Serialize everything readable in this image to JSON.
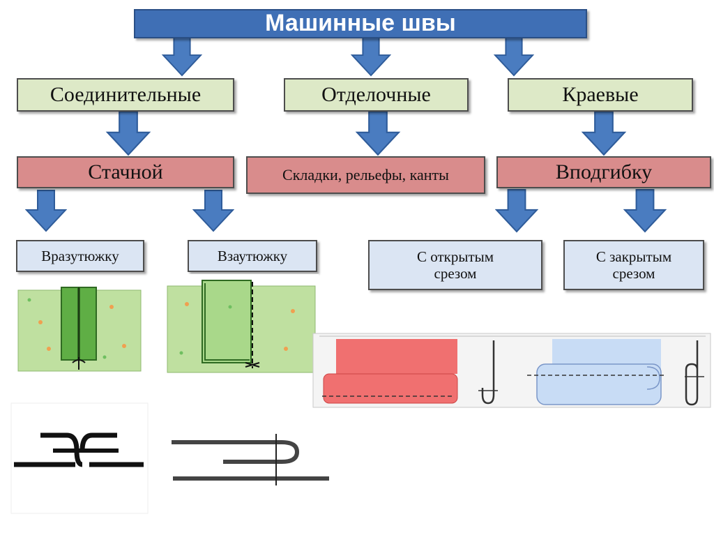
{
  "title": "Машинные швы",
  "categories": {
    "connecting": "Соединительные",
    "finishing": "Отделочные",
    "edge": "Краевые"
  },
  "subtypes": {
    "stitched": "Стачной",
    "folds": "Складки, рельефы, канты",
    "hemmed": "Вподгибку"
  },
  "leaves": {
    "pressed_open": "Вразутюжку",
    "pressed_side": "Взаутюжку",
    "open_edge": "С открытым срезом",
    "closed_edge": "С закрытым срезом"
  },
  "colors": {
    "title_fill": "#3f6fb5",
    "category_fill": "#dde9c7",
    "subtype_fill": "#d98c8c",
    "leaf_fill": "#dbe5f3",
    "arrow_fill": "#4a7cc0",
    "fabric_green": "#bfe0a0",
    "fabric_red": "#f07070",
    "fabric_blue": "#c8dcf5"
  }
}
